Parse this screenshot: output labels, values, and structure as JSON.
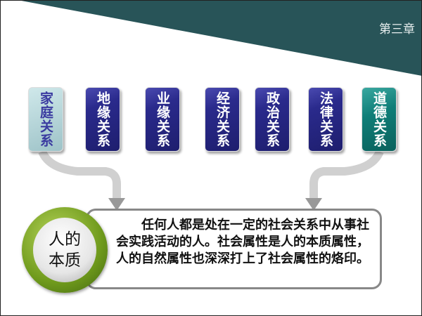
{
  "header": {
    "chapter": "第三章"
  },
  "relations": [
    {
      "label": "家庭关系",
      "style": "light"
    },
    {
      "label": "地缘关系",
      "style": "blue"
    },
    {
      "label": "业缘关系",
      "style": "blue"
    },
    {
      "label": "经济关系",
      "style": "blue"
    },
    {
      "label": "政治关系",
      "style": "blue"
    },
    {
      "label": "法律关系",
      "style": "blue"
    },
    {
      "label": "道德关系",
      "style": "teal"
    }
  ],
  "essence": {
    "title_line1": "人的",
    "title_line2": "本质",
    "text": "任何人都是处在一定的社会关系中从事社会实践活动的人。社会属性是人的本质属性，人的自然属性也深深打上了社会属性的烙印。"
  },
  "colors": {
    "header": "#285458",
    "card_blue": "#24247a",
    "card_teal": "#0f7e78",
    "circle_green": "#6f9a1c"
  }
}
